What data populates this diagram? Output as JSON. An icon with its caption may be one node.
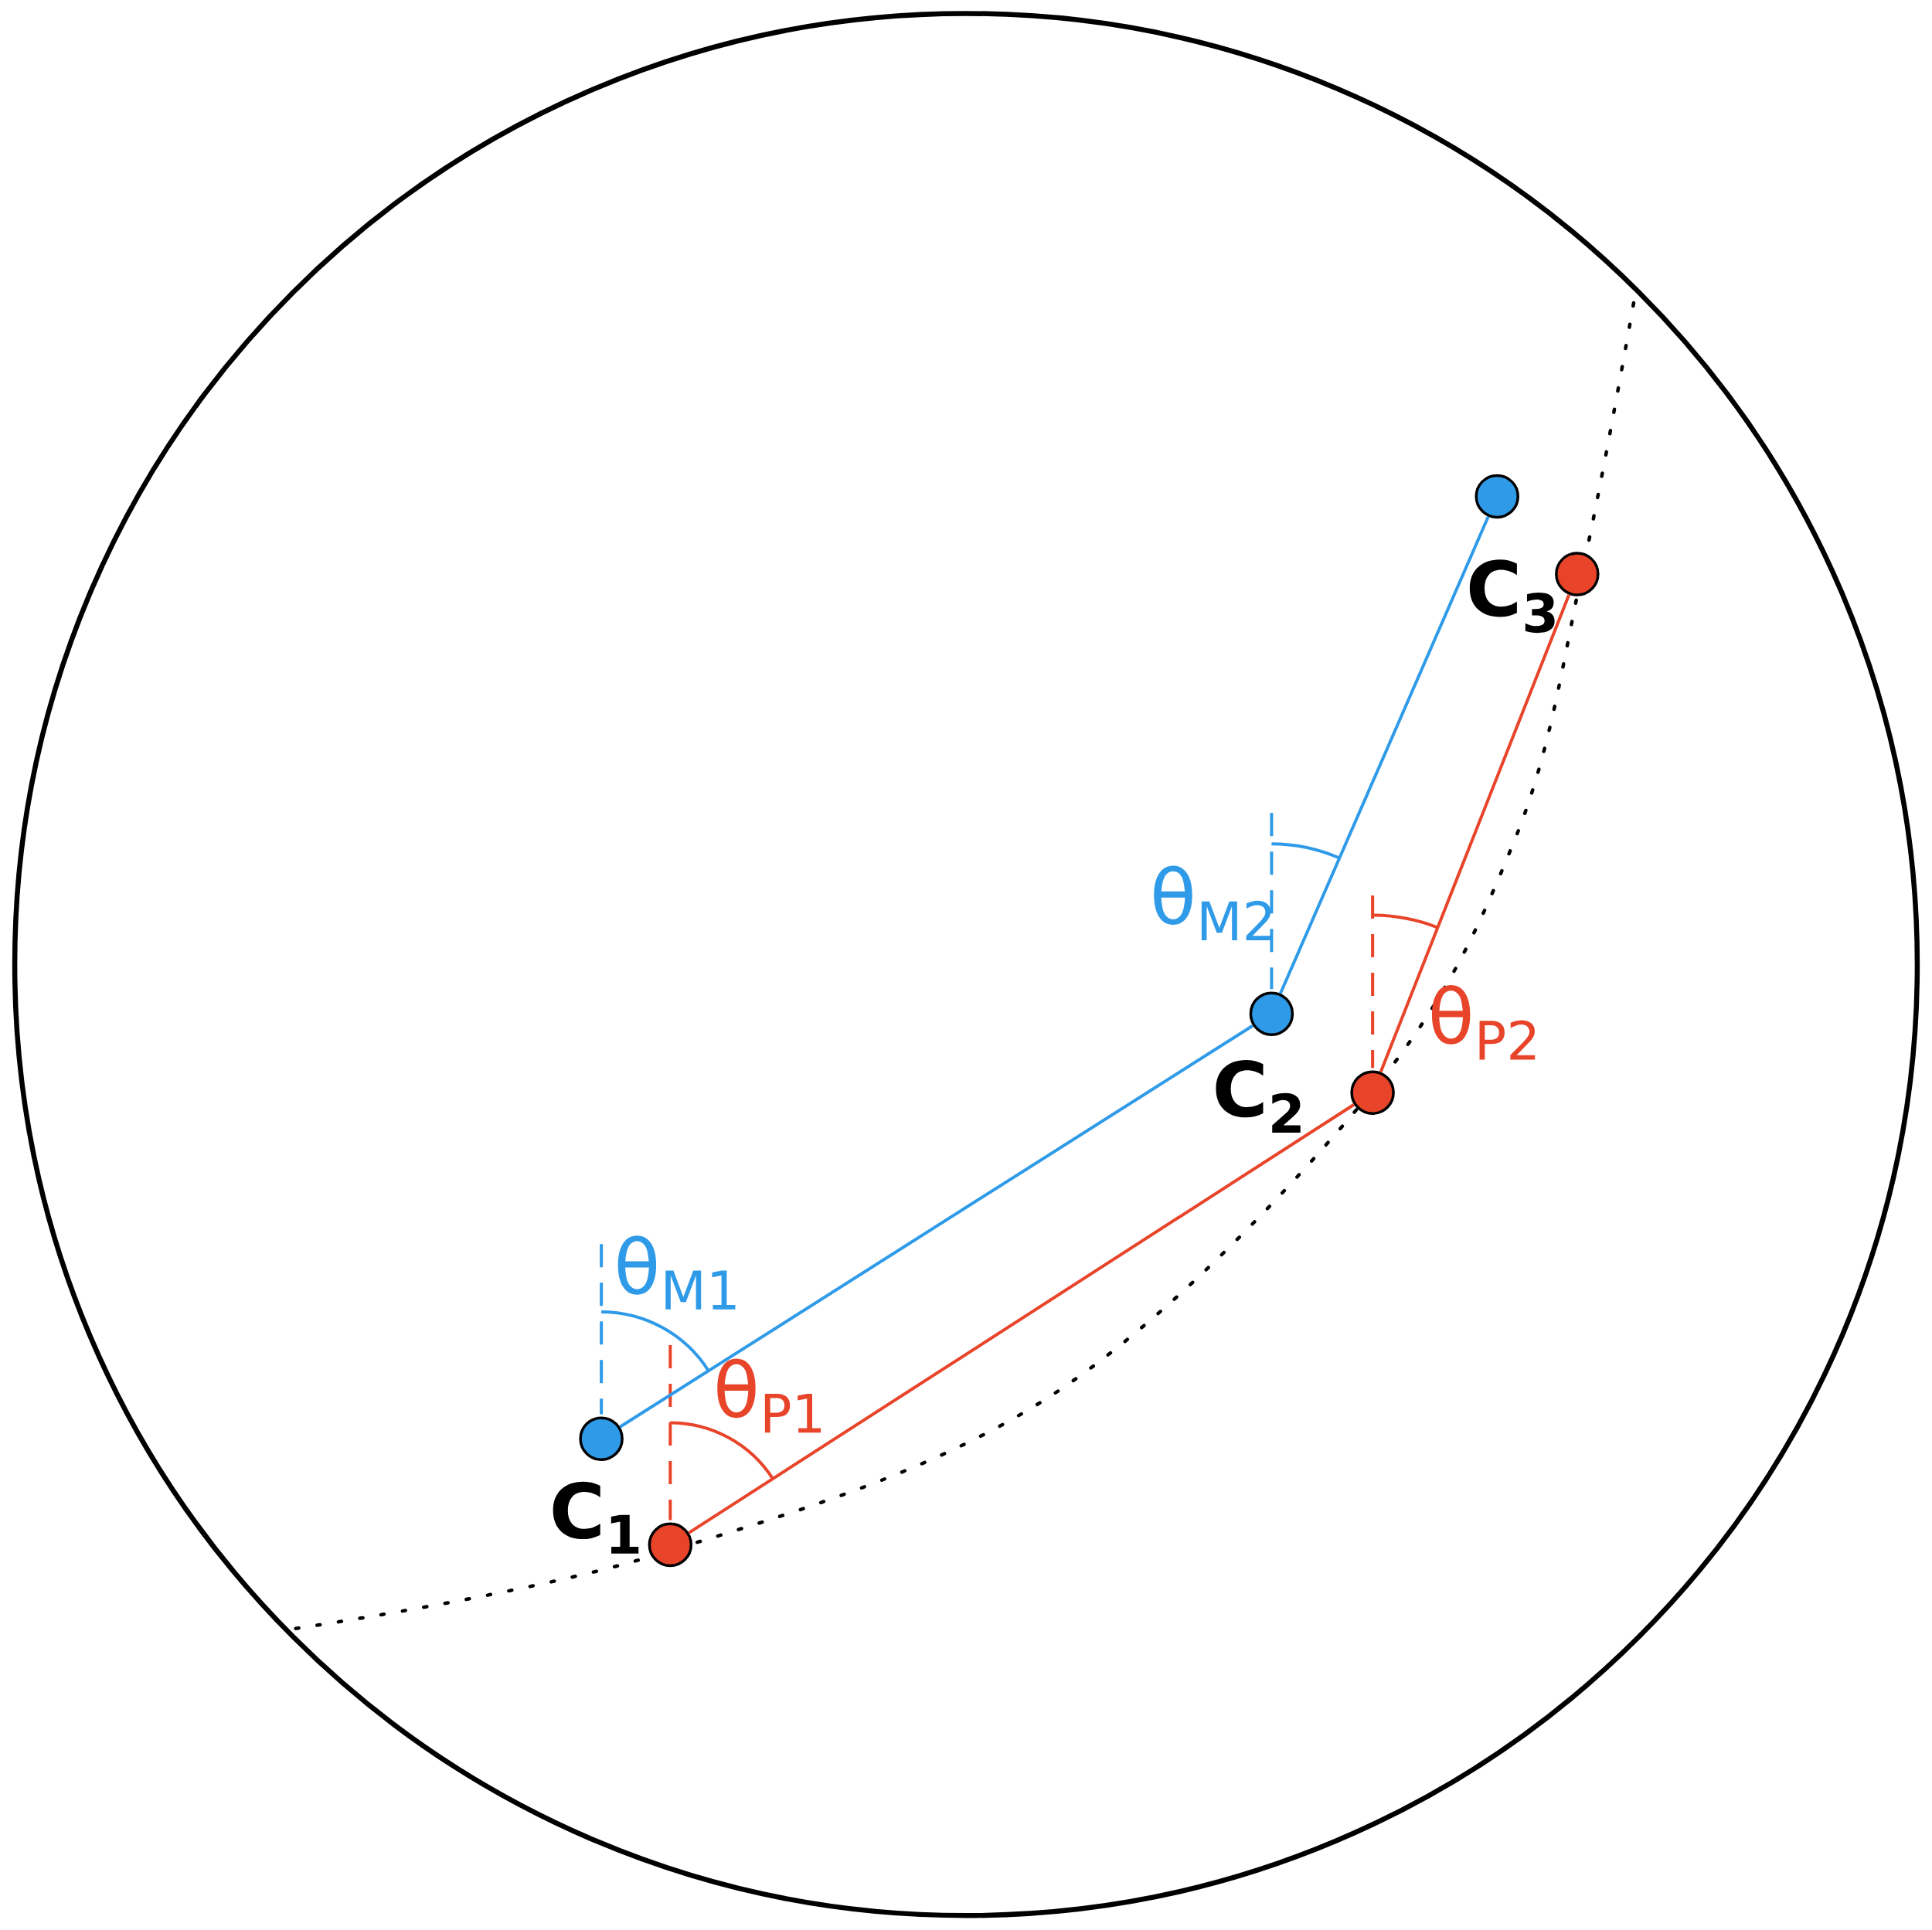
{
  "diagram": {
    "nodes": [
      {
        "text": [],
        "shape": "circle"
      },
      {
        "text": [],
        "shape": "circle"
      },
      {
        "text": [],
        "shape": "circle"
      },
      {
        "text": [],
        "shape": "circle"
      },
      {
        "text": [],
        "shape": "circle"
      },
      {
        "text": [],
        "shape": "circle"
      }
    ],
    "edges": [
      {
        "from": 0,
        "to": 1,
        "arrow": "none",
        "color": "#2f9be8"
      },
      {
        "from": 1,
        "to": 2,
        "arrow": "none",
        "color": "#2f9be8"
      },
      {
        "from": 3,
        "to": 4,
        "arrow": "none",
        "color": "#e8442a"
      },
      {
        "from": 4,
        "to": 5,
        "arrow": "none",
        "color": "#e8442a"
      }
    ],
    "labels": [
      "C$_{3}$",
      "θ$_{M2}$",
      "C$_{2}$",
      "θ$_{P2}$",
      "θ$_{M1}$",
      "θ$_{P1}$",
      "C$_{1}$"
    ]
  }
}
